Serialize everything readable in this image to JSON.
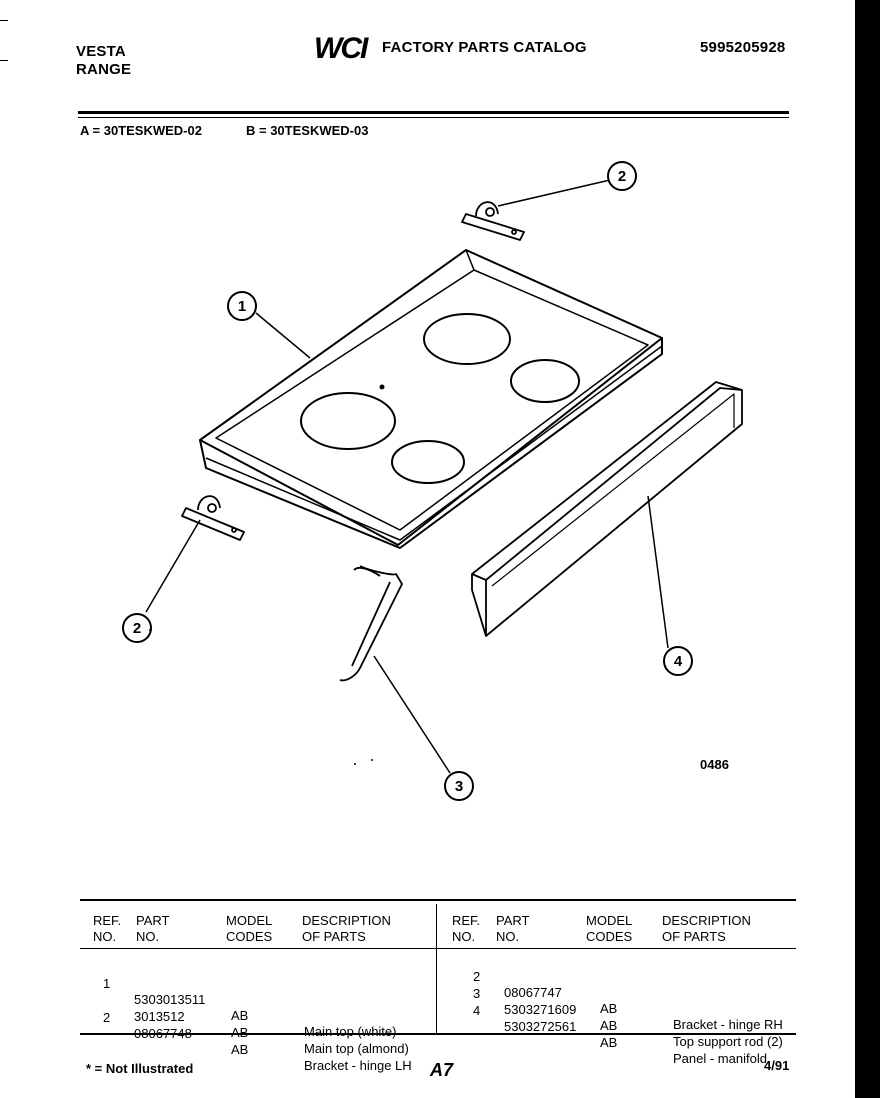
{
  "header": {
    "brand": "VESTA",
    "product": "RANGE",
    "logo_text": "WCI",
    "catalog_title": "FACTORY PARTS CATALOG",
    "catalog_number": "5995205928"
  },
  "models": {
    "a": "A = 30TESKWED-02",
    "b": "B = 30TESKWED-03"
  },
  "diagram": {
    "callouts": [
      "1",
      "2",
      "2",
      "3",
      "4"
    ],
    "figure_number": "0486"
  },
  "table": {
    "headers": {
      "ref_1": "REF.",
      "ref_2": "NO.",
      "part_1": "PART",
      "part_2": "NO.",
      "model_1": "MODEL",
      "model_2": "CODES",
      "desc_1": "DESCRIPTION",
      "desc_2": "OF PARTS"
    },
    "left_rows": [
      {
        "ref": "1",
        "part": "5303013511",
        "codes": "AB",
        "desc": "Main top (white)"
      },
      {
        "ref": "",
        "part": "3013512",
        "codes": "AB",
        "desc": "Main top (almond)"
      },
      {
        "ref": "2",
        "part": "08067748",
        "codes": "AB",
        "desc": "Bracket - hinge LH"
      }
    ],
    "right_rows": [
      {
        "ref": "2",
        "part": "08067747",
        "codes": "AB",
        "desc": "Bracket - hinge RH"
      },
      {
        "ref": "3",
        "part": "5303271609",
        "codes": "AB",
        "desc": "Top support rod (2)"
      },
      {
        "ref": "4",
        "part": "5303272561",
        "codes": "AB",
        "desc": "Panel - manifold"
      }
    ]
  },
  "footer": {
    "note": "* = Not Illustrated",
    "page": "A7",
    "date": "4/91"
  }
}
